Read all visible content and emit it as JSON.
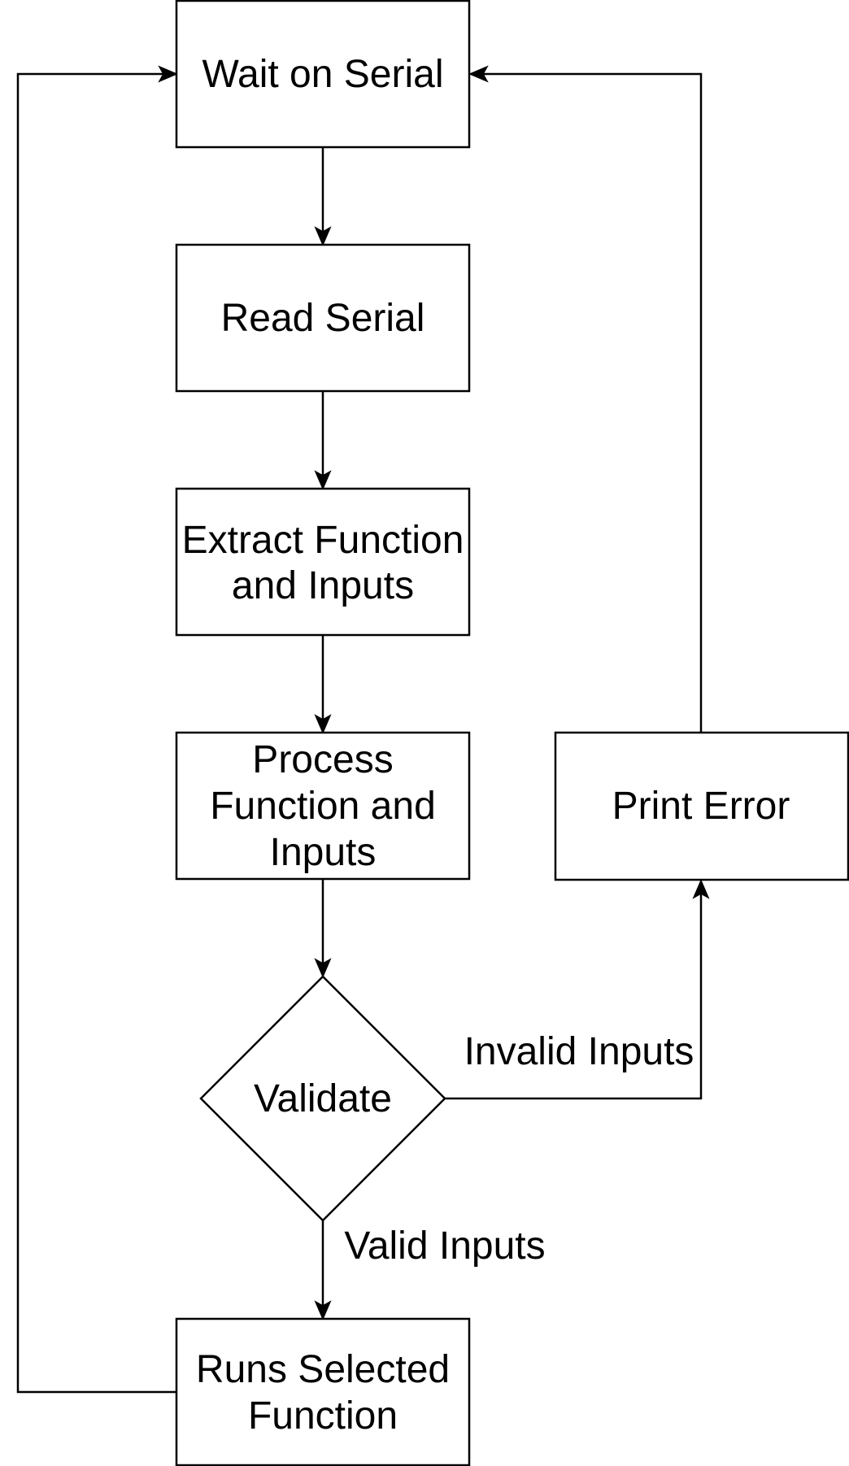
{
  "diagram": {
    "type": "flowchart",
    "nodes": {
      "wait_on_serial": {
        "lines": [
          "Wait on Serial"
        ]
      },
      "read_serial": {
        "lines": [
          "Read Serial"
        ]
      },
      "extract": {
        "lines": [
          "Extract Function",
          "and Inputs"
        ]
      },
      "process": {
        "lines": [
          "Process",
          "Function and",
          "Inputs"
        ]
      },
      "validate": {
        "lines": [
          "Validate"
        ]
      },
      "print_error": {
        "lines": [
          "Print Error"
        ]
      },
      "runs_selected": {
        "lines": [
          "Runs Selected",
          "Function"
        ]
      }
    },
    "edges": [
      {
        "from": "wait_on_serial",
        "to": "read_serial",
        "label": ""
      },
      {
        "from": "read_serial",
        "to": "extract",
        "label": ""
      },
      {
        "from": "extract",
        "to": "process",
        "label": ""
      },
      {
        "from": "process",
        "to": "validate",
        "label": ""
      },
      {
        "from": "validate",
        "to": "print_error",
        "label": "Invalid Inputs"
      },
      {
        "from": "validate",
        "to": "runs_selected",
        "label": "Valid Inputs"
      },
      {
        "from": "print_error",
        "to": "wait_on_serial",
        "label": ""
      },
      {
        "from": "runs_selected",
        "to": "wait_on_serial",
        "label": ""
      }
    ],
    "colors": {
      "stroke": "#000000",
      "fill": "#ffffff",
      "text": "#000000"
    }
  }
}
